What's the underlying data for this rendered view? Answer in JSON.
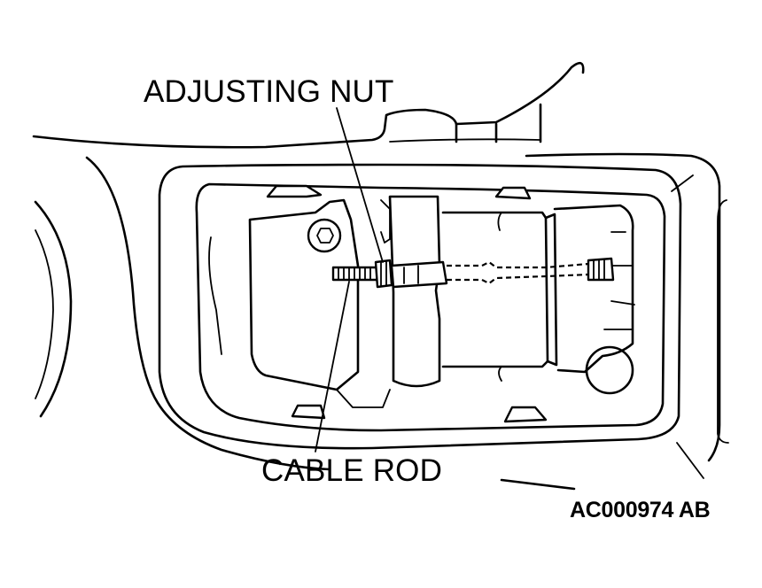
{
  "labels": {
    "adjusting_nut": "ADJUSTING NUT",
    "cable_rod": "CABLE ROD",
    "figure_code": "AC000974 AB"
  },
  "colors": {
    "line": "#000000",
    "background": "#ffffff"
  }
}
